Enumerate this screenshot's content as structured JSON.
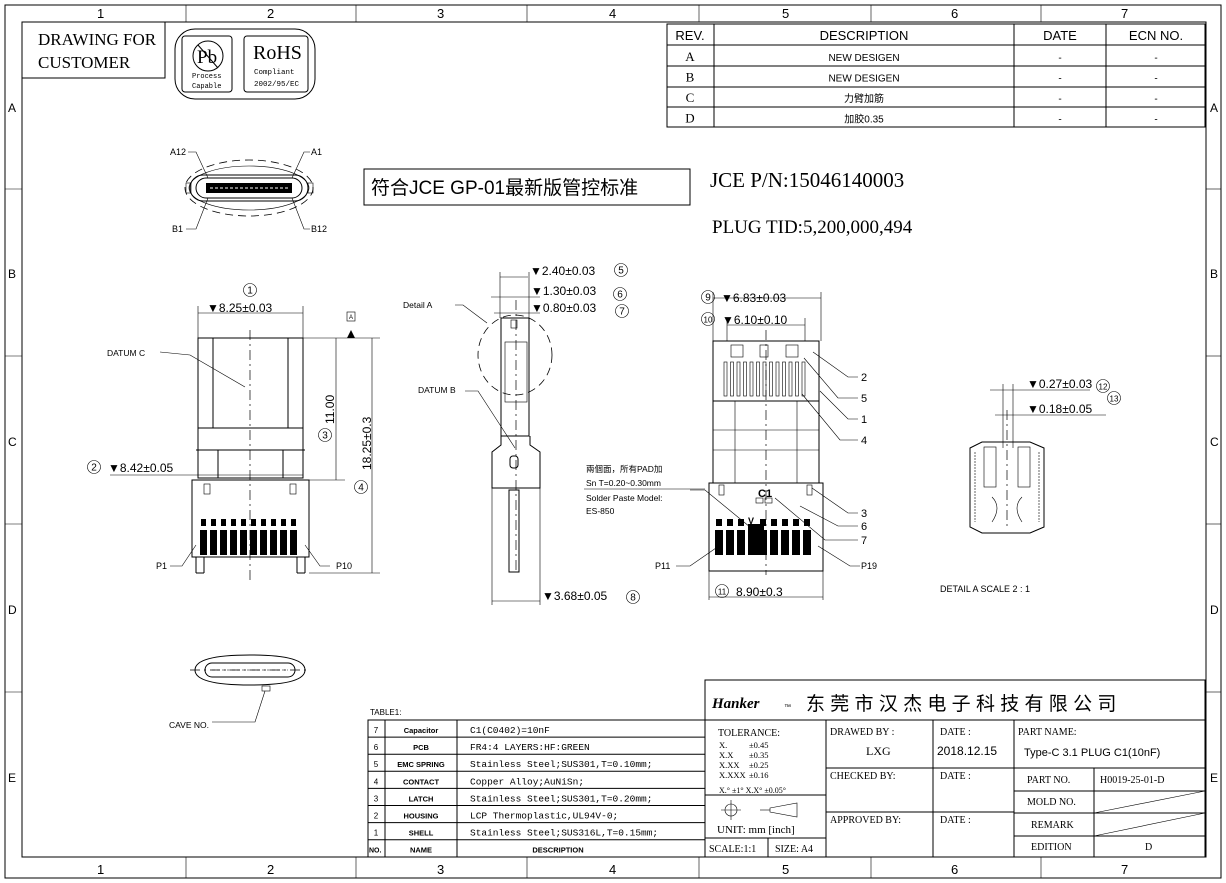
{
  "frame": {
    "columns": [
      "1",
      "2",
      "3",
      "4",
      "5",
      "6",
      "7"
    ],
    "rows": [
      "A",
      "B",
      "C",
      "D",
      "E"
    ]
  },
  "header": {
    "drawing_for_line1": "DRAWING FOR",
    "drawing_for_line2": "CUSTOMER",
    "pb_symbol": "Pb",
    "pb_line1": "Process",
    "pb_line2": "Capable",
    "rohs": "RoHS",
    "rohs_line1": "Compliant",
    "rohs_line2": "2002/95/EC"
  },
  "revision_table": {
    "headers": [
      "REV.",
      "DESCRIPTION",
      "DATE",
      "ECN NO."
    ],
    "rows": [
      [
        "A",
        "NEW DESIGEN",
        "-",
        "-"
      ],
      [
        "B",
        "NEW DESIGEN",
        "-",
        "-"
      ],
      [
        "C",
        "力臂加筋",
        "-",
        "-"
      ],
      [
        "D",
        "加胶0.35",
        "-",
        "-"
      ]
    ]
  },
  "notes": {
    "compliance_box": "符合JCE GP-01最新版管控标准",
    "jce_pn": "JCE P/N:15046140003",
    "plug_tid": "PLUG TID:5,200,000,494",
    "pad_note_1": "兩個面，所有PAD加",
    "pad_note_2": "Sn T=0.20~0.30mm",
    "pad_note_3": "Solder Paste Model:",
    "pad_note_4": "ES-850",
    "detail_a_title": "DETAIL A  SCALE 2 : 1",
    "cave_no": "CAVE NO."
  },
  "labels": {
    "a12": "A12",
    "a1": "A1",
    "b1": "B1",
    "b12": "B12",
    "datum_c": "DATUM C",
    "datum_b": "DATUM B",
    "detail_a": "Detail A",
    "datum_a_flag": "A",
    "p1": "P1",
    "p10": "P10",
    "p11": "P11",
    "p19": "P19",
    "c1": "C1",
    "v": "V"
  },
  "dimensions": {
    "d1": {
      "balloon": "1",
      "value": "▼8.25±0.03"
    },
    "d2": {
      "balloon": "2",
      "value": "▼8.42±0.05"
    },
    "d3": {
      "balloon": "3",
      "value": "11.00"
    },
    "d4": {
      "balloon": "4",
      "value": "18.25±0.3"
    },
    "d5": {
      "balloon": "5",
      "value": "▼2.40±0.03"
    },
    "d6": {
      "balloon": "6",
      "value": "▼1.30±0.03"
    },
    "d7": {
      "balloon": "7",
      "value": "▼0.80±0.03"
    },
    "d8": {
      "balloon": "8",
      "value": "▼3.68±0.05"
    },
    "d9": {
      "balloon": "9",
      "value": "▼6.83±0.03"
    },
    "d10": {
      "balloon": "10",
      "value": "▼6.10±0.10"
    },
    "d11": {
      "balloon": "11",
      "value": "8.90±0.3"
    },
    "d12": {
      "balloon": "12",
      "value": "▼0.27±0.03"
    },
    "d13": {
      "balloon": "13",
      "value": "▼0.18±0.05"
    }
  },
  "callouts": [
    "2",
    "5",
    "1",
    "4",
    "3",
    "6",
    "7"
  ],
  "bom": {
    "title": "TABLE1:",
    "rows": [
      [
        "7",
        "Capacitor",
        "C1(C0402)=10nF"
      ],
      [
        "6",
        "PCB",
        "FR4:4 LAYERS:HF:GREEN"
      ],
      [
        "5",
        "EMC SPRING",
        "Stainless Steel;SUS301,T=0.10mm;"
      ],
      [
        "4",
        "CONTACT",
        "Copper Alloy;AuNiSn;"
      ],
      [
        "3",
        "LATCH",
        "Stainless Steel;SUS301,T=0.20mm;"
      ],
      [
        "2",
        "HOUSING",
        "LCP Thermoplastic,UL94V-0;"
      ],
      [
        "1",
        "SHELL",
        "Stainless Steel;SUS316L,T=0.15mm;"
      ]
    ],
    "footer": [
      "NO.",
      "NAME",
      "DESCRIPTION"
    ]
  },
  "title_block": {
    "logo": "Hanker",
    "company": "东 莞 市 汉 杰 电 子 科 技 有 限 公 司",
    "tolerance_label": "TOLERANCE:",
    "tolerances": [
      [
        "X.",
        "±0.45"
      ],
      [
        "X.X",
        "±0.35"
      ],
      [
        "X.XX",
        "±0.25"
      ],
      [
        "X.XXX",
        "±0.16"
      ]
    ],
    "angle_tol": "X.° ±1°     X.X° ±0.05°",
    "unit": "UNIT: mm [inch]",
    "scale": "SCALE:1:1",
    "size": "SIZE: A4",
    "drawed_by_label": "DRAWED BY :",
    "drawed_by": "LXG",
    "date_label": "DATE :",
    "date": "2018.12.15",
    "checked_by_label": "CHECKED BY:",
    "approved_by_label": "APPROVED BY:",
    "part_name_label": "PART NAME:",
    "part_name": "Type-C 3.1 PLUG C1(10nF)",
    "part_no_label": "PART NO.",
    "part_no": "H0019-25-01-D",
    "mold_no_label": "MOLD NO.",
    "remark_label": "REMARK",
    "edition_label": "EDITION",
    "edition": "D"
  }
}
